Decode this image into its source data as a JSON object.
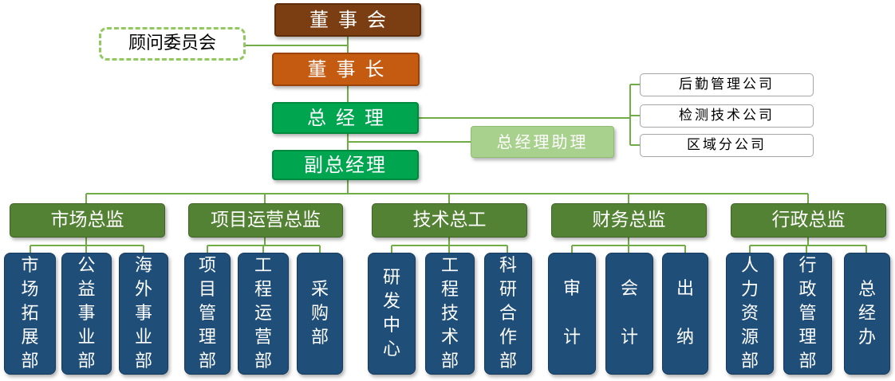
{
  "board": "董事会",
  "advisory": "顾问委员会",
  "chairman": "董事长",
  "general_manager": "总经理",
  "assistant": "总经理助理",
  "vice_gm": "副总经理",
  "subsidiaries": [
    "后勤管理公司",
    "检测技术公司",
    "区域分公司"
  ],
  "directors": [
    {
      "name": "市场总监",
      "depts": [
        "市场拓展部",
        "公益事业部",
        "海外事业部"
      ]
    },
    {
      "name": "项目运营总监",
      "depts": [
        "项目管理部",
        "工程运营部",
        "采购部"
      ]
    },
    {
      "name": "技术总工",
      "depts": [
        "研发中心",
        "工程技术部",
        "科研合作部"
      ]
    },
    {
      "name": "财务总监",
      "depts": [
        "审计",
        "会计",
        "出纳"
      ]
    },
    {
      "name": "行政总监",
      "depts": [
        "人力资源部",
        "行政管理部",
        "总经办"
      ]
    }
  ],
  "colors": {
    "board": "#7a3e12",
    "chairman": "#c55a11",
    "general_manager": "#00a550",
    "assistant": "#a9d18e",
    "director": "#548235",
    "department": "#1f4e79",
    "line": "#70ad47"
  }
}
